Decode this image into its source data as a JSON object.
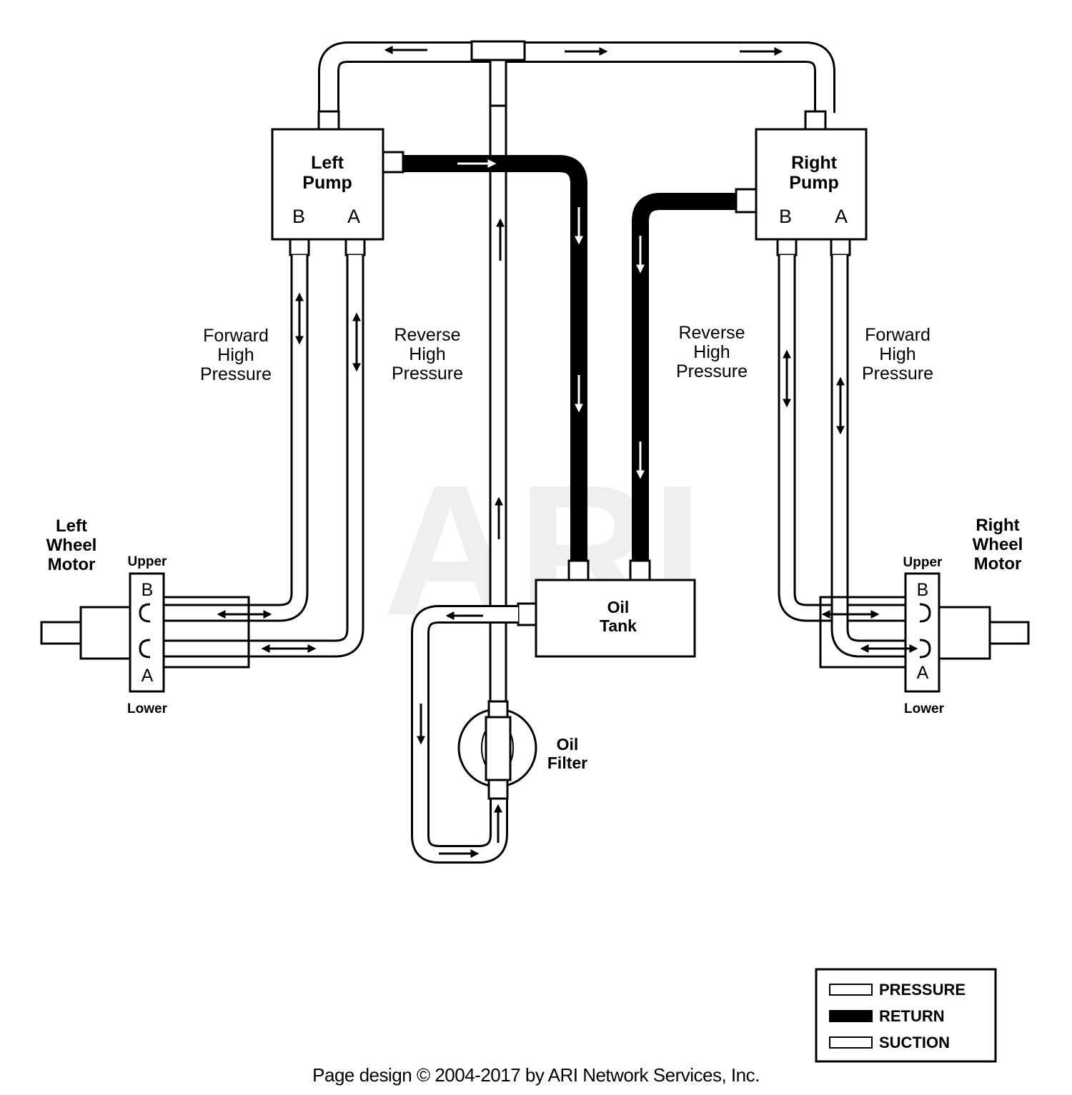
{
  "watermark": "ARI",
  "components": {
    "left_pump": {
      "line1": "Left",
      "line2": "Pump",
      "port_b": "B",
      "port_a": "A"
    },
    "right_pump": {
      "line1": "Right",
      "line2": "Pump",
      "port_b": "B",
      "port_a": "A"
    },
    "oil_tank": {
      "line1": "Oil",
      "line2": "Tank"
    },
    "oil_filter": {
      "line1": "Oil",
      "line2": "Filter"
    },
    "left_wheel_motor": {
      "line1": "Left",
      "line2": "Wheel",
      "line3": "Motor",
      "upper": "Upper",
      "lower": "Lower",
      "port_b": "B",
      "port_a": "A"
    },
    "right_wheel_motor": {
      "line1": "Right",
      "line2": "Wheel",
      "line3": "Motor",
      "upper": "Upper",
      "lower": "Lower",
      "port_b": "B",
      "port_a": "A"
    }
  },
  "line_labels": {
    "left_forward": [
      "Forward",
      "High",
      "Pressure"
    ],
    "left_reverse": [
      "Reverse",
      "High",
      "Pressure"
    ],
    "right_reverse": [
      "Reverse",
      "High",
      "Pressure"
    ],
    "right_forward": [
      "Forward",
      "High",
      "Pressure"
    ]
  },
  "legend": {
    "pressure": "PRESSURE",
    "return": "RETURN",
    "suction": "SUCTION"
  },
  "footer": "Page design © 2004-2017 by ARI Network Services, Inc."
}
